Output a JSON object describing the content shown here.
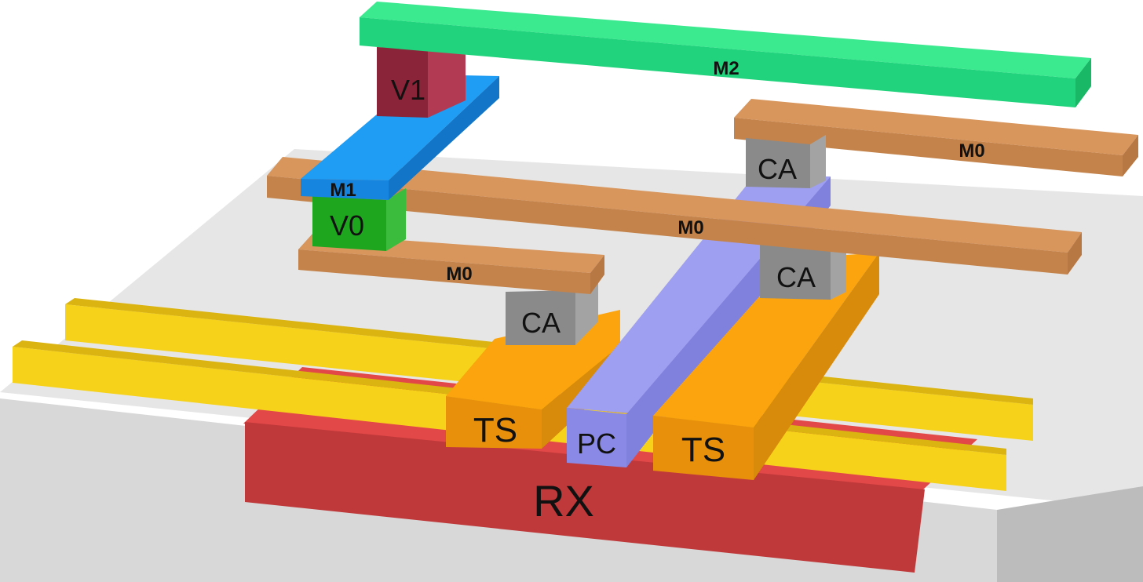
{
  "labels": {
    "m2": "M2",
    "v1": "V1",
    "m1": "M1",
    "v0": "V0",
    "m0_upper_right": "M0",
    "m0_middle": "M0",
    "m0_lower_left": "M0",
    "ca_upper_right": "CA",
    "ca_middle_right": "CA",
    "ca_left": "CA",
    "ts_left": "TS",
    "ts_right": "TS",
    "pc": "PC",
    "rx": "RX"
  },
  "colors": {
    "substrate_top": "#e6e6e6",
    "substrate_front": "#d9d9d9",
    "substrate_side": "#bdbdbd",
    "rx_front": "#c0393a",
    "rx_top": "#e24848",
    "fin_yellow": "#f6d21a",
    "fin_yellow_dark": "#dbb412",
    "ts_front": "#e8900c",
    "ts_top": "#fba40e",
    "pc_front": "#8a8ae6",
    "pc_top": "#9f9ff2",
    "ca_front": "#8a8a8a",
    "ca_side": "#a3a3a3",
    "m0_front": "#c4834b",
    "m0_top": "#d8955c",
    "v0_front": "#1fa61f",
    "v0_side": "#3cbc3c",
    "m1_front": "#1585e0",
    "m1_top": "#1f9cf3",
    "v1_front": "#8a2438",
    "v1_side": "#b23a52",
    "m2_front": "#21d37c",
    "m2_top": "#3be98f"
  }
}
